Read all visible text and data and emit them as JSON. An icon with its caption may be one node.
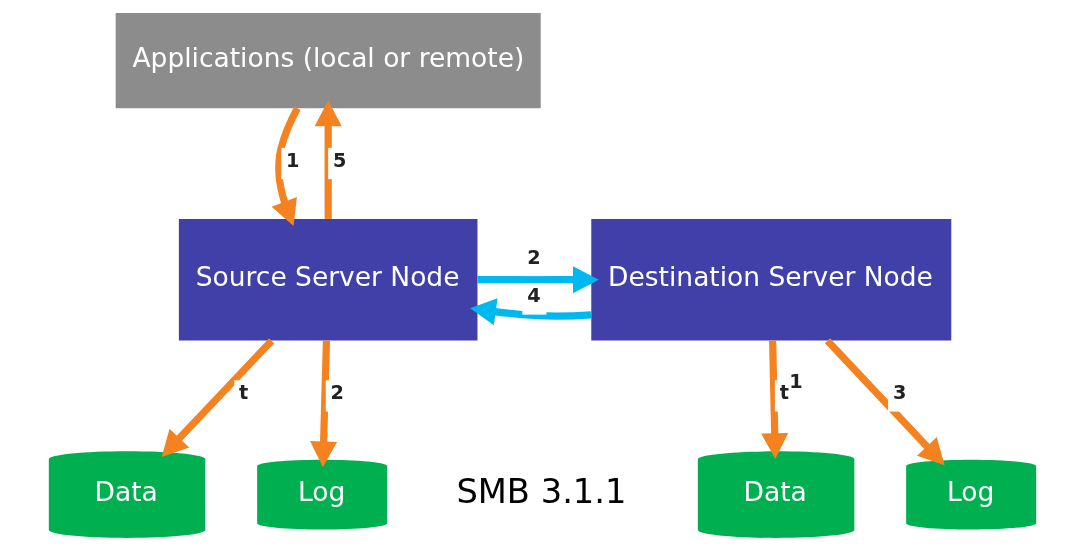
{
  "diagram": {
    "nodes": [
      {
        "text": [
          "Applications (local or remote)"
        ]
      },
      {
        "text": [
          "Source Server Node"
        ]
      },
      {
        "text": [
          "Destination Server Node"
        ]
      },
      {
        "text": [
          "Data"
        ]
      },
      {
        "text": [
          "Log"
        ]
      },
      {
        "text": [
          "Data"
        ]
      },
      {
        "text": [
          "Log"
        ]
      }
    ],
    "edges": [
      {
        "from": 0,
        "to": 1,
        "arrow": "to",
        "label": "1",
        "color": "#f58220"
      },
      {
        "from": 1,
        "to": 0,
        "arrow": "to",
        "label": "5",
        "color": "#f58220"
      },
      {
        "from": 1,
        "to": 2,
        "arrow": "to",
        "label": "2",
        "color": "#00b8f0"
      },
      {
        "from": 2,
        "to": 1,
        "arrow": "to",
        "label": "4",
        "color": "#00b8f0"
      },
      {
        "from": 1,
        "to": 3,
        "arrow": "to",
        "label": "t",
        "color": "#f58220"
      },
      {
        "from": 1,
        "to": 4,
        "arrow": "to",
        "label": "2",
        "color": "#f58220"
      },
      {
        "from": 2,
        "to": 5,
        "arrow": "to",
        "label": "t$^{1}$",
        "color": "#f58220"
      },
      {
        "from": 2,
        "to": 6,
        "arrow": "to",
        "label": "3",
        "color": "#f58220"
      }
    ],
    "labels": [
      "SMB 3.1.1"
    ]
  }
}
